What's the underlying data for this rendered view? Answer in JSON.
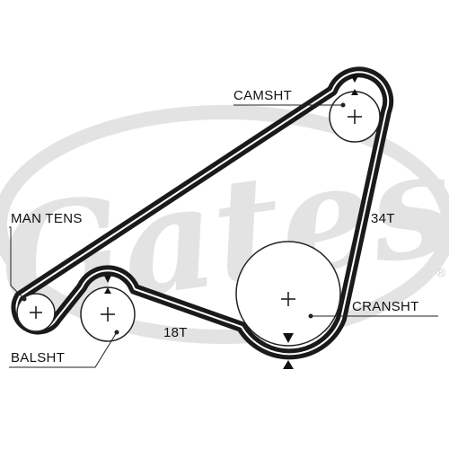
{
  "watermark": {
    "text": "Gates",
    "registered_mark": "®",
    "color": "#e3e3e3"
  },
  "pulleys": {
    "camshaft": {
      "label": "CAMSHT"
    },
    "crankshaft": {
      "label": "CRANSHT"
    },
    "balancer": {
      "label": "BALSHT"
    },
    "tensioner": {
      "label": "MAN TENS"
    }
  },
  "belt_spans": {
    "right": {
      "label": "34T"
    },
    "bottom": {
      "label": "18T"
    }
  },
  "colors": {
    "belt": "#1a1a1a",
    "line": "#222222",
    "watermark": "#e3e3e3"
  }
}
